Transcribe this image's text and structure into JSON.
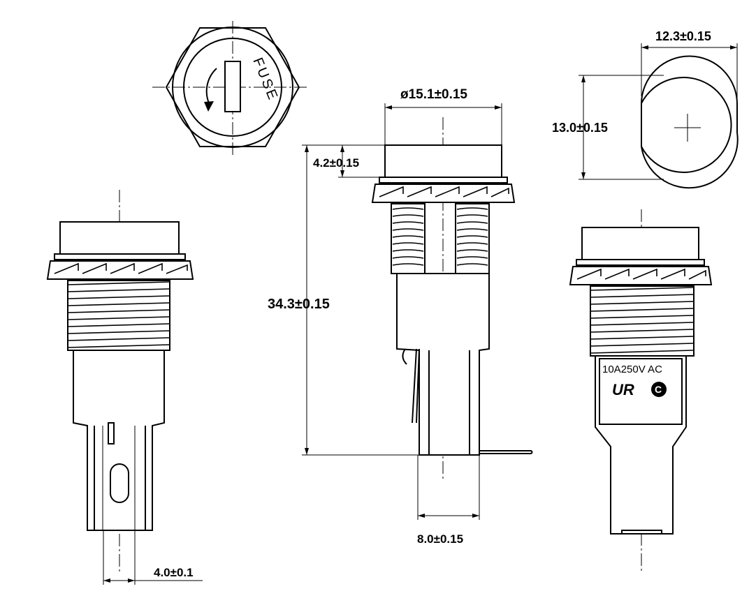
{
  "dimensions": {
    "diameter": "ø15.1±0.15",
    "cap_height": "4.2±0.15",
    "total_length": "34.3±0.15",
    "bottom_width": "8.0±0.15",
    "terminal_width": "4.0±0.1",
    "flat_width": "12.3±0.15",
    "flat_height": "13.0±0.15"
  },
  "cap_text": "FUSE",
  "rating_label": "10A250V AC",
  "cert_marks": [
    "UR",
    "C"
  ]
}
